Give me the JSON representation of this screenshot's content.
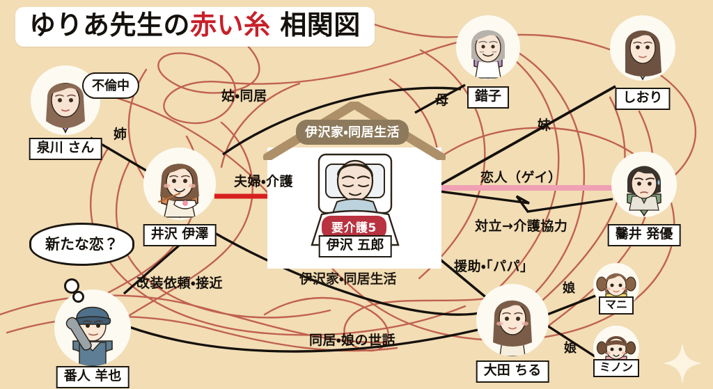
{
  "title": {
    "part1": "ゆりあ先生の",
    "highlight": "赤い糸",
    "part2": " 相関図",
    "highlight_color": "#c8202a"
  },
  "colors": {
    "background": "#f2ddb5",
    "red_thread": "#c0614f",
    "marriage_line": "#d81f1f",
    "lover_line": "#f0a0b4",
    "edge_line": "#15110c",
    "house_roof": "#ad8f68",
    "house_tag_bg": "#8d7a5c",
    "care_badge_bg": "#b8333f"
  },
  "house": {
    "tag": "伊沢家・同居生活",
    "caption": "伊沢家・同居生活"
  },
  "people": [
    {
      "id": "izumikawa",
      "name": "泉川 さん",
      "bubble": "不倫中",
      "role": "mistress"
    },
    {
      "id": "izawa_iza",
      "name": "井沢 伊澤",
      "role": "protagonist-caregiver"
    },
    {
      "id": "izawa_goro",
      "name": "伊沢 五郎",
      "badge": "要介護5",
      "role": "bedridden-husband"
    },
    {
      "id": "sabiko",
      "name": "錯子",
      "role": "mother-in-law"
    },
    {
      "id": "shiori",
      "name": "しおり",
      "role": "younger-sister"
    },
    {
      "id": "shibai_hatsumasa",
      "name": "毊井 発優",
      "role": "gay-lover"
    },
    {
      "id": "bannin_yoya",
      "name": "番人 羊也",
      "bubble": "新たな恋？",
      "role": "handyman"
    },
    {
      "id": "oota_chiru",
      "name": "大田 ちる",
      "role": "single-mother"
    },
    {
      "id": "mani",
      "name": "マニ",
      "role": "daughter-1"
    },
    {
      "id": "minon",
      "name": "ミノン",
      "role": "daughter-2"
    }
  ],
  "relations": [
    {
      "id": "r-shutome",
      "label": "姑・同居",
      "from": "sabiko",
      "to": "izawa_iza",
      "style": "black"
    },
    {
      "id": "r-ane",
      "label": "姉",
      "from": "izumikawa",
      "to": "izawa_iza",
      "style": "black"
    },
    {
      "id": "r-haha",
      "label": "母",
      "from": "sabiko",
      "to": "izawa_goro",
      "style": "black"
    },
    {
      "id": "r-imouto",
      "label": "妹",
      "from": "shiori",
      "to": "izawa_goro",
      "style": "black"
    },
    {
      "id": "r-fufu",
      "label": "夫婦・介護",
      "from": "izawa_iza",
      "to": "izawa_goro",
      "style": "red"
    },
    {
      "id": "r-koibito",
      "label": "恋人（ゲイ）",
      "from": "izawa_goro",
      "to": "shibai_hatsumasa",
      "style": "pink"
    },
    {
      "id": "r-tairitsu",
      "label": "対立→介護協力",
      "from": "izawa_iza",
      "to": "shibai_hatsumasa",
      "style": "black"
    },
    {
      "id": "r-enjo",
      "label": "援助・「パパ」",
      "from": "izawa_goro",
      "to": "oota_chiru",
      "style": "black"
    },
    {
      "id": "r-kaisou",
      "label": "改装依頼・接近",
      "from": "izawa_iza",
      "to": "bannin_yoya",
      "style": "black"
    },
    {
      "id": "r-doukyo",
      "label": "同居・娘の世話",
      "from": "bannin_yoya",
      "to": "oota_chiru",
      "style": "black"
    },
    {
      "id": "r-musume1",
      "label": "娘",
      "from": "oota_chiru",
      "to": "mani",
      "style": "black"
    },
    {
      "id": "r-musume2",
      "label": "娘",
      "from": "oota_chiru",
      "to": "minon",
      "style": "black"
    }
  ],
  "decor": {
    "sparkle": "sparkle-icon"
  }
}
